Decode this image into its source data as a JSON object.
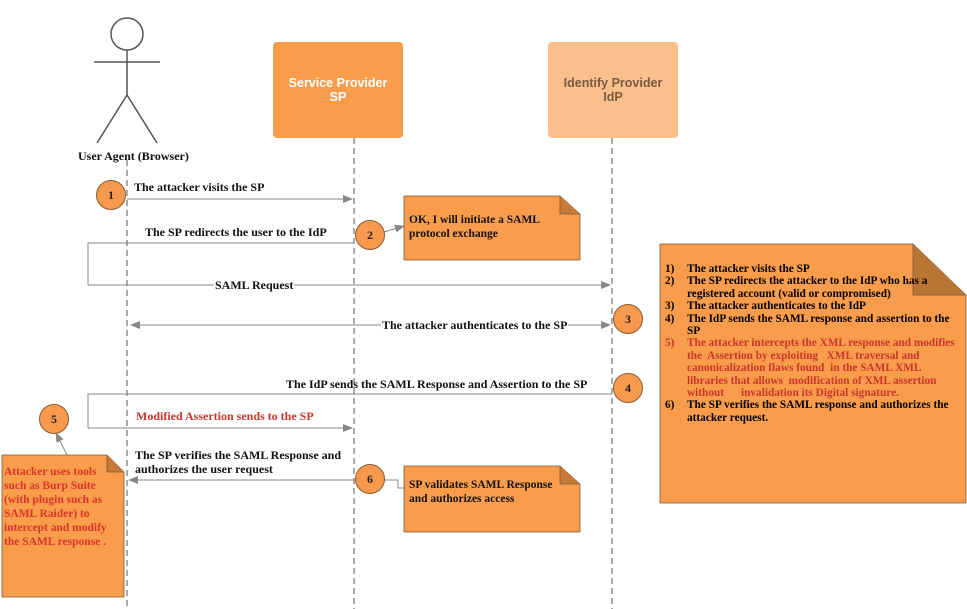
{
  "actors": {
    "user_agent": "User Agent (Browser)",
    "sp": {
      "line1": "Service Provider",
      "line2": "SP"
    },
    "idp": {
      "line1": "Identify Provider",
      "line2": "IdP"
    }
  },
  "messages": {
    "m1": "The attacker visits the SP",
    "m2": "The SP redirects the user to the IdP",
    "m3": "SAML Request",
    "m4": "The attacker authenticates to the SP",
    "m5": "The IdP sends the SAML Response and Assertion to the SP",
    "m6": "Modified Assertion sends to the SP",
    "m7_line1": "The SP verifies the SAML Response and",
    "m7_line2": "authorizes the user request"
  },
  "badges": [
    "1",
    "2",
    "3",
    "4",
    "5",
    "6"
  ],
  "notes": {
    "saml_init": "OK, I will initiate a SAML protocol exchange",
    "sp_validates": "SP  validates SAML Response and authorizes access",
    "attacker_tools": "Attacker uses tools such as Burp Suite (with plugin such as SAML Raider) to intercept and modify the SAML response ."
  },
  "summary": [
    {
      "num": "1)",
      "text": "The attacker visits the SP",
      "highlight": false
    },
    {
      "num": "2)",
      "text": "The SP redirects the attacker to the IdP who has a registered account (valid or compromised)",
      "highlight": false
    },
    {
      "num": "3)",
      "text": "The attacker authenticates to the IdP",
      "highlight": false
    },
    {
      "num": "4)",
      "text": "The IdP sends the SAML response and assertion to the SP",
      "highlight": false
    },
    {
      "num": "5)",
      "text": "The attacker intercepts the XML response and modifies the  Assertion by exploiting   XML traversal and canonicalization flaws found  in the SAML XML       libraries that allows  modification of XML assertion      without      invalidation its Digital signature.",
      "highlight": true
    },
    {
      "num": "6)",
      "text": "The SP verifies the SAML response and authorizes the attacker request.",
      "highlight": false
    }
  ],
  "colors": {
    "sp_box": "#f99d4c",
    "idp_box": "#fbbf8c",
    "note_fill": "#f99d4c",
    "highlight_text": "#c8362b"
  }
}
